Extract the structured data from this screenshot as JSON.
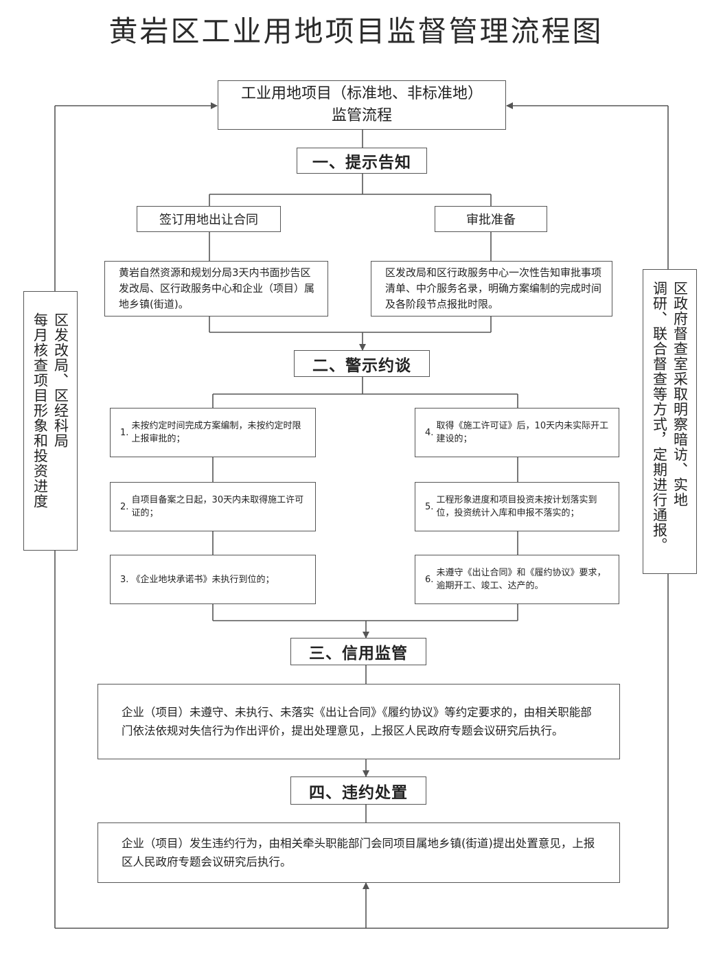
{
  "title": "黄岩区工业用地项目监督管理流程图",
  "main": {
    "line1": "工业用地项目（标准地、非标准地）",
    "line2": "监管流程"
  },
  "stages": {
    "s1": "一、提示告知",
    "s2": "二、警示约谈",
    "s3": "三、信用监管",
    "s4": "四、违约处置"
  },
  "left_branch": {
    "label": "签订用地出让合同",
    "desc": "黄岩自然资源和规划分局3天内书面抄告区发改局、区行政服务中心和企业（项目）属地乡镇(街道)。"
  },
  "right_branch": {
    "label": "审批准备",
    "desc": "区发改局和区行政服务中心一次性告知审批事项清单、中介服务名录，明确方案编制的完成时间及各阶段节点报批时限。"
  },
  "warnings": [
    {
      "num": "1. ",
      "text": "未按约定时间完成方案编制，未按约定时限上报审批的；"
    },
    {
      "num": "2. ",
      "text": "自项目备案之日起，30天内未取得施工许可证的；"
    },
    {
      "num": "3. ",
      "text": "《企业地块承诺书》未执行到位的；"
    },
    {
      "num": "4. ",
      "text": "取得《施工许可证》后，10天内未实际开工建设的；"
    },
    {
      "num": "5. ",
      "text": "工程形象进度和项目投资未按计划落实到位，投资统计入库和申报不落实的；"
    },
    {
      "num": "6. ",
      "text": "未遵守《出让合同》和《履约协议》要求，逾期开工、竣工、达产的。"
    }
  ],
  "credit_text": "企业（项目）未遵守、未执行、未落实《出让合同》《履约协议》等约定要求的，由相关职能部门依法依规对失信行为作出评价，提出处理意见，上报区人民政府专题会议研究后执行。",
  "penalty_text": "企业（项目）发生违约行为，由相关牵头职能部门会同项目属地乡镇(街道)提出处置意见，上报区人民政府专题会议研究后执行。",
  "side_left": {
    "col1": "区发改局、区经科局",
    "col2": "每月核查项目形象和投资进度"
  },
  "side_right": {
    "col1": "区政府督查室采取明察暗访、实地",
    "col2": "调研、联合督查等方式，定期进行通报。"
  },
  "colors": {
    "line": "#555555",
    "text": "#222222"
  }
}
